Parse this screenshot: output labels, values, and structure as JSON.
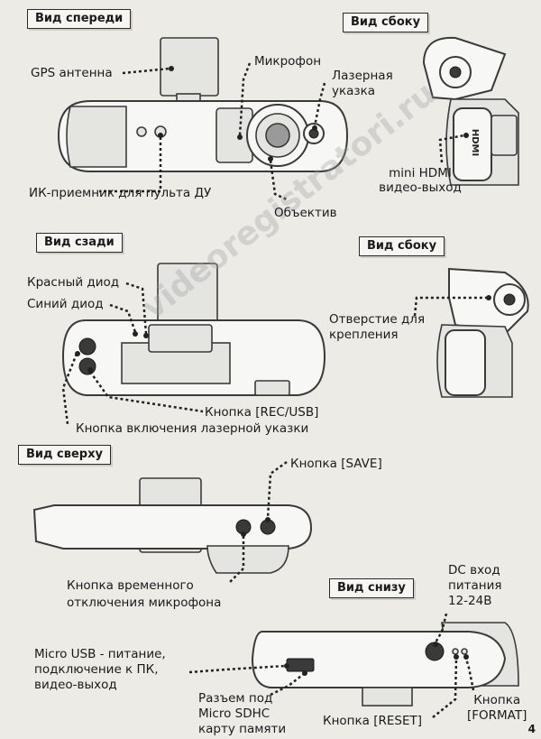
{
  "sections": {
    "front": "Вид спереди",
    "side1": "Вид сбоку",
    "back": "Вид сзади",
    "side2": "Вид сбоку",
    "top": "Вид сверху",
    "bottom": "Вид снизу"
  },
  "front": {
    "gps": "GPS антенна",
    "mic": "Микрофон",
    "laser": "Лазерная указка",
    "ir": "ИК-приемник для пульта ДУ",
    "lens": "Объектив"
  },
  "side1": {
    "hdmi_logo": "HDMI",
    "hdmi_line1": "mini HDMI",
    "hdmi_line2": "видео-выход"
  },
  "back": {
    "red": "Красный диод",
    "blue": "Синий диод",
    "rec": "Кнопка [REC/USB]",
    "laser_btn": "Кнопка включения лазерной указки"
  },
  "side2": {
    "hole_line1": "Отверстие для",
    "hole_line2": "крепления"
  },
  "top": {
    "save": "Кнопка [SAVE]",
    "mute_line1": "Кнопка временного",
    "mute_line2": "отключения микрофона"
  },
  "bottom": {
    "dc_line1": "DC вход",
    "dc_line2": "питания",
    "dc_line3": "12-24В",
    "usb_line1": "Micro USB - питание,",
    "usb_line2": "подключение к ПК,",
    "usb_line3": "видео-выход",
    "sd_line1": "Разъем под",
    "sd_line2": "Micro SDHC",
    "sd_line3": "карту памяти",
    "reset": "Кнопка [RESET]",
    "format_line1": "Кнопка",
    "format_line2": "[FORMAT]"
  },
  "watermark": "videoregistratori.ru",
  "page_number": "4"
}
